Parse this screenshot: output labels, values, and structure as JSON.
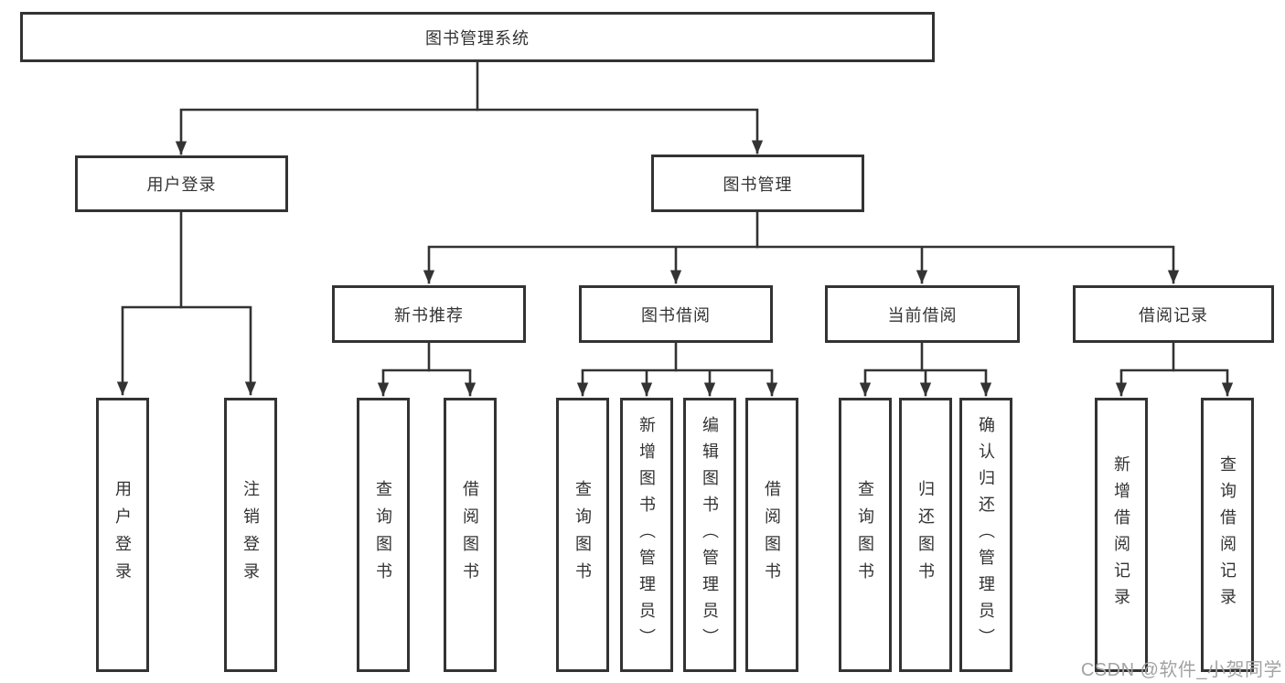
{
  "diagram": {
    "nodes": {
      "root": {
        "label": "图书管理系统"
      },
      "user_login": {
        "label": "用户登录"
      },
      "book_mgmt": {
        "label": "图书管理"
      },
      "new_book_rec": {
        "label": "新书推荐"
      },
      "book_borrow": {
        "label": "图书借阅"
      },
      "current_borrow": {
        "label": "当前借阅"
      },
      "borrow_records": {
        "label": "借阅记录"
      },
      "leaf_user_login": {
        "label": "用户登录"
      },
      "leaf_logout": {
        "label": "注销登录"
      },
      "leaf_rec_query": {
        "label": "查询图书"
      },
      "leaf_rec_borrow": {
        "label": "借阅图书"
      },
      "leaf_bb_query": {
        "label": "查询图书"
      },
      "leaf_bb_add": {
        "label": "新增图书（管理员）"
      },
      "leaf_bb_edit": {
        "label": "编辑图书（管理员）"
      },
      "leaf_bb_borrow": {
        "label": "借阅图书"
      },
      "leaf_cb_query": {
        "label": "查询图书"
      },
      "leaf_cb_return": {
        "label": "归还图书"
      },
      "leaf_cb_confirm": {
        "label": "确认归还（管理员）"
      },
      "leaf_hist_add": {
        "label": "新增借阅记录"
      },
      "leaf_hist_query": {
        "label": "查询借阅记录"
      }
    },
    "hierarchy": {
      "图书管理系统": {
        "用户登录": [
          "用户登录",
          "注销登录"
        ],
        "图书管理": {
          "新书推荐": [
            "查询图书",
            "借阅图书"
          ],
          "图书借阅": [
            "查询图书",
            "新增图书（管理员）",
            "编辑图书（管理员）",
            "借阅图书"
          ],
          "当前借阅": [
            "查询图书",
            "归还图书",
            "确认归还（管理员）"
          ],
          "借阅记录": [
            "新增借阅记录",
            "查询借阅记录"
          ]
        }
      }
    },
    "colors": {
      "line": "#333333",
      "box_border": "#333333",
      "box_fill": "#ffffff",
      "text": "#333333",
      "watermark": "#a3a3a3"
    },
    "watermark": "CSDN @软件_小贺同学"
  }
}
